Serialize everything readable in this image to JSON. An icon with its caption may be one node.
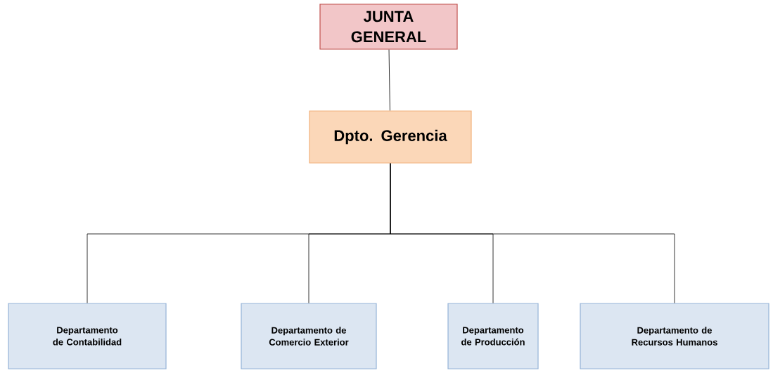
{
  "diagram": {
    "nodes": [
      {
        "text": [
          "JUNTA GENERAL"
        ]
      },
      {
        "text": [
          "Dpto. Gerencia"
        ]
      },
      {
        "text": [
          "Departamento de Contabilidad"
        ]
      },
      {
        "text": [
          "Departamento de Comercio Exterior"
        ]
      },
      {
        "text": [
          "Departamento de Producción"
        ]
      },
      {
        "text": [
          "Departamento de Recursos Humanos"
        ]
      }
    ],
    "edges": [
      {
        "from": 0,
        "to": 1,
        "arrow": "none"
      },
      {
        "from": 1,
        "to": 2,
        "arrow": "none"
      },
      {
        "from": 1,
        "to": 3,
        "arrow": "none"
      },
      {
        "from": 1,
        "to": 4,
        "arrow": "none"
      },
      {
        "from": 1,
        "to": 5,
        "arrow": "none"
      }
    ]
  }
}
